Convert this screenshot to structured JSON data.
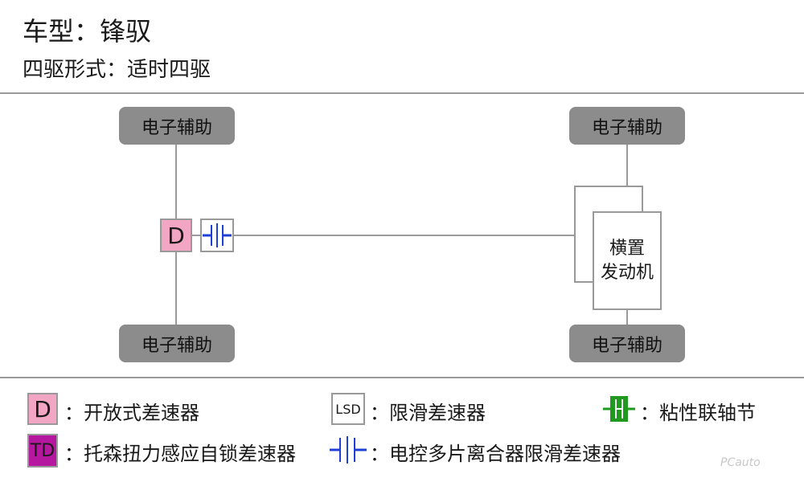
{
  "header": {
    "title": "车型：锋驭",
    "subtitle": "四驱形式：适时四驱"
  },
  "diagram": {
    "front_left_assist": "电子辅助",
    "front_right_assist": "电子辅助",
    "rear_left_assist": "电子辅助",
    "rear_right_assist": "电子辅助",
    "rear_differential": "D",
    "engine_line1": "横置",
    "engine_line2": "发动机"
  },
  "legend": {
    "open_diff_symbol": "D",
    "open_diff_label": "：开放式差速器",
    "torsen_symbol": "TD",
    "torsen_label": "：托森扭力感应自锁差速器",
    "lsd_symbol": "LSD",
    "lsd_label": "：限滑差速器",
    "multiplate_label": "：电控多片离合器限滑差速器",
    "viscous_label": "：粘性联轴节"
  },
  "watermark": "PCauto"
}
